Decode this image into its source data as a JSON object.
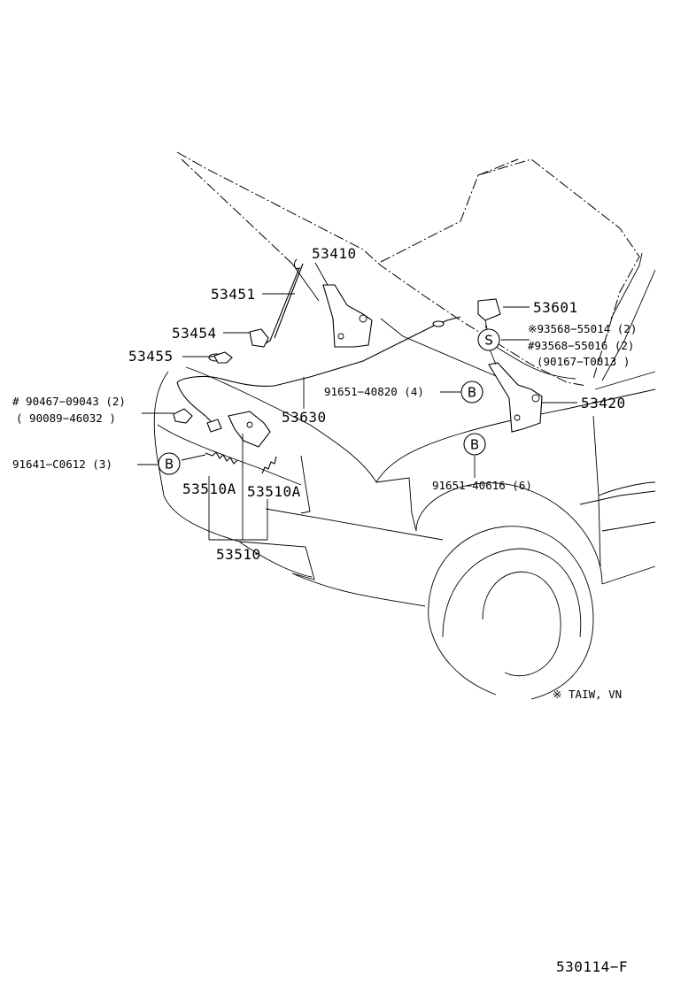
{
  "labels": {
    "p53410": "53410",
    "p53451": "53451",
    "p53454": "53454",
    "p53455": "53455",
    "p53601": "53601",
    "p93568_55014": "※93568−55014 (2)",
    "p93568_55016": "#93568−55016 (2)",
    "p90167": "(90167−T0013 )",
    "p91651_40820": "91651−40820 (4)",
    "p53420": "53420",
    "p53630": "53630",
    "p90467": "# 90467−09043 (2)",
    "p90089": "( 90089−46032 )",
    "p91641": "91641−C0612 (3)",
    "p53510A_left": "53510A",
    "p53510A_right": "53510A",
    "p53510": "53510",
    "p91651_40616": "91651−40616 (6)",
    "note": "※ TAIW, VN",
    "figure_id": "530114−F"
  },
  "callouts": {
    "b_letter": "B",
    "s_letter": "S"
  }
}
